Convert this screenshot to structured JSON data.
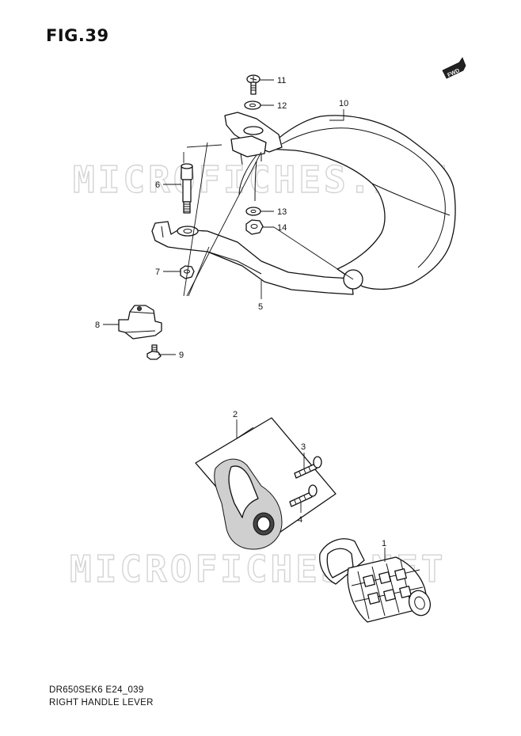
{
  "figure": {
    "title": "FIG.39",
    "model_code": "DR650SEK6 E24_039",
    "section_name": "RIGHT HANDLE LEVER",
    "direction_badge": "FWD",
    "watermark": "MICROFICHES.NET"
  },
  "callouts": {
    "c1": "1",
    "c2": "2",
    "c3": "3",
    "c4": "4",
    "c5": "5",
    "c6": "6",
    "c7": "7",
    "c8": "8",
    "c9": "9",
    "c10": "10",
    "c11": "11",
    "c12": "12",
    "c13": "13",
    "c14": "14"
  }
}
